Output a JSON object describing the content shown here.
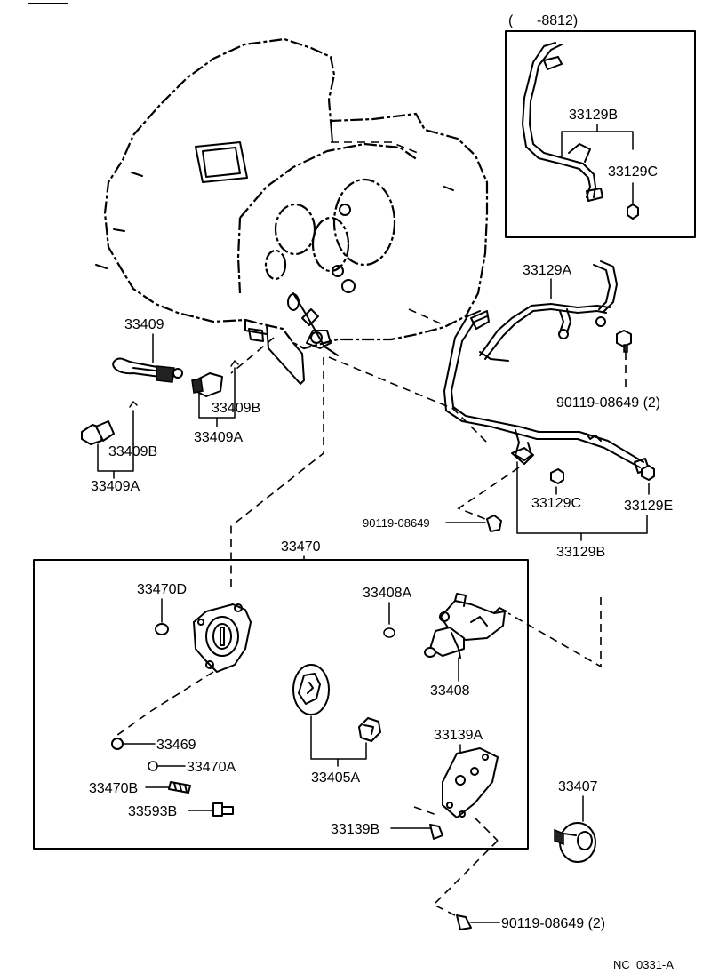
{
  "inset": {
    "range_label": "(      -8812)",
    "pipe_label": "33129B",
    "nut_label": "33129C"
  },
  "labels": {
    "p33409": "33409",
    "p33409B_right": "33409B",
    "p33409A_right": "33409A",
    "p33409B_left": "33409B",
    "p33409A_left": "33409A",
    "p33129A": "33129A",
    "bolt_main": "90119-08649 (2)",
    "bolt_single": "90119-08649",
    "p33129C": "33129C",
    "p33129E": "33129E",
    "p33129B": "33129B",
    "p33470": "33470",
    "p33470D": "33470D",
    "p33408A": "33408A",
    "p33408": "33408",
    "p33469": "33469",
    "p33470A": "33470A",
    "p33470B": "33470B",
    "p33593B": "33593B",
    "p33405A": "33405A",
    "p33139A": "33139A",
    "p33139B": "33139B",
    "p33407": "33407",
    "bolt_bottom": "90119-08649 (2)"
  },
  "footer": {
    "code": "NC  0331-A"
  },
  "icons": [
    "transmission-case",
    "oil-pipe",
    "bolt",
    "nut",
    "o-ring",
    "oil-pump-housing",
    "drive-gear",
    "valve-body",
    "cover-plate",
    "pump-gear"
  ]
}
